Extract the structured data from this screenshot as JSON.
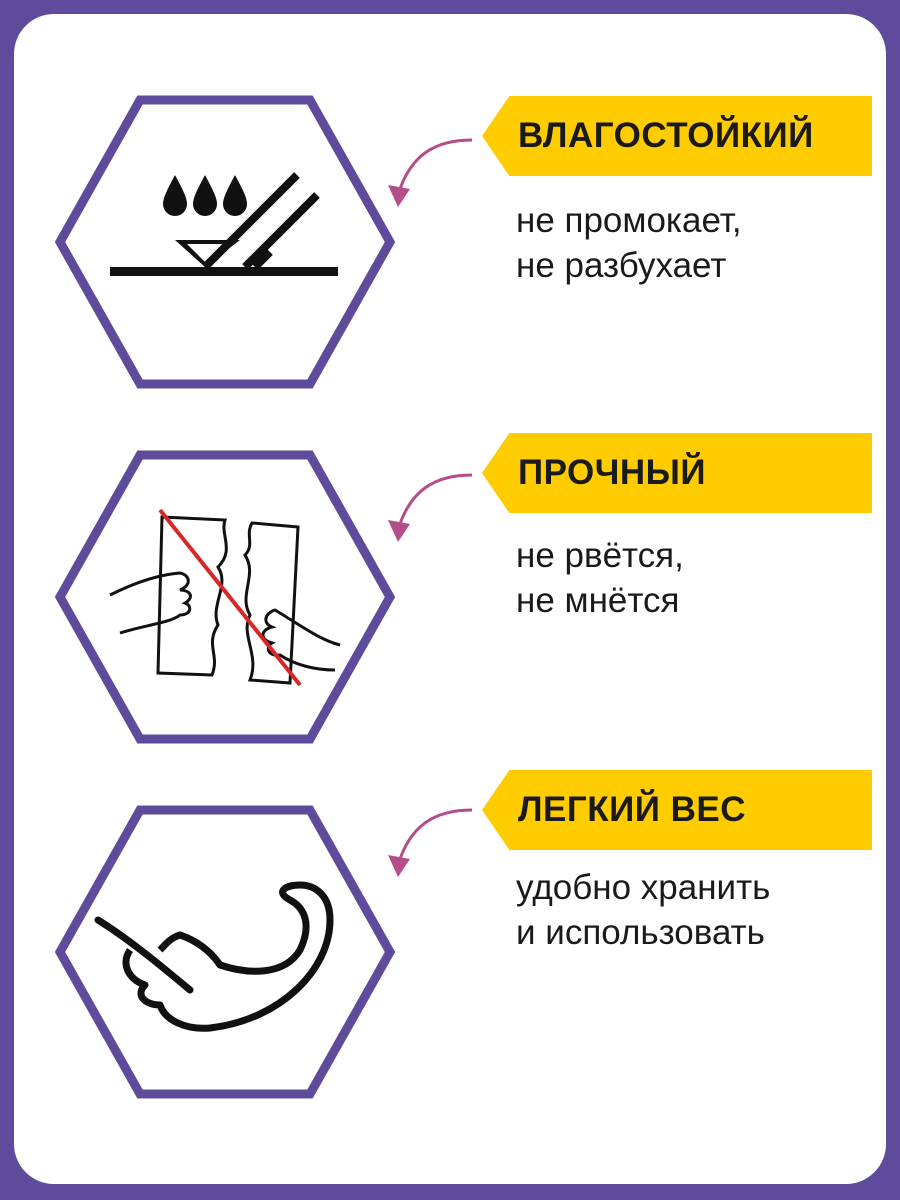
{
  "colors": {
    "frame": "#5f4b9b",
    "hexagon_stroke": "#5f4b9b",
    "label_bg": "#ffcc00",
    "arrow": "#b44d8a",
    "prohibition_line": "#d62828"
  },
  "features": [
    {
      "icon": "water-resistant-icon",
      "title": "ВЛАГОСТОЙКИЙ",
      "lines": [
        "не промокает,",
        "не разбухает"
      ]
    },
    {
      "icon": "no-tearing-icon",
      "title": "ПРОЧНЫЙ",
      "lines": [
        "не рвётся,",
        "не мнётся"
      ]
    },
    {
      "icon": "feather-icon",
      "title": "ЛЕГКИЙ ВЕС",
      "lines": [
        "удобно хранить",
        "и использовать"
      ]
    }
  ]
}
